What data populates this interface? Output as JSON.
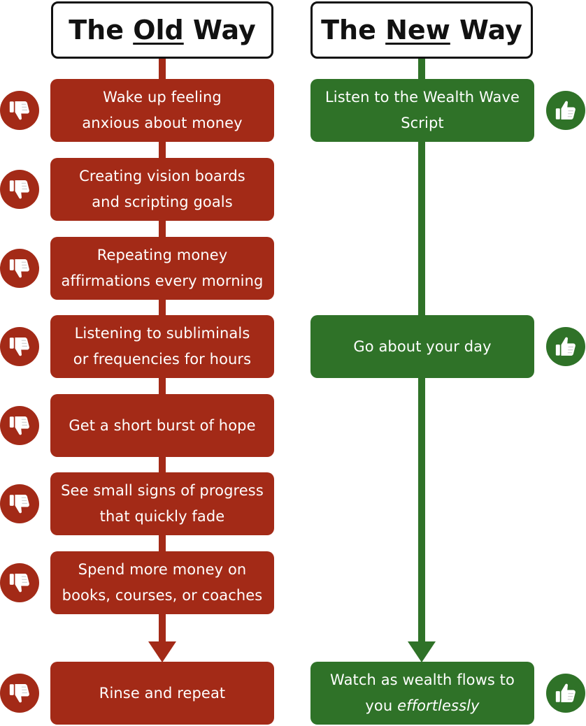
{
  "colors": {
    "old": "#a32a17",
    "new": "#2f7228",
    "header_border": "#111111"
  },
  "old_way": {
    "header": {
      "prefix": "The ",
      "emphasis": "Old",
      "suffix": "Way"
    },
    "steps": [
      {
        "lines": [
          "Wake up feeling",
          "anxious about money"
        ]
      },
      {
        "lines": [
          "Creating vision boards",
          "and scripting goals"
        ]
      },
      {
        "lines": [
          "Repeating money",
          "affirmations every morning"
        ]
      },
      {
        "lines": [
          "Listening to subliminals",
          "or frequencies for hours"
        ]
      },
      {
        "lines": [
          "Get a short burst of hope"
        ]
      },
      {
        "lines": [
          "See small signs of progress",
          "that quickly fade"
        ]
      },
      {
        "lines": [
          "Spend more money on",
          "books, courses, or coaches"
        ]
      },
      {
        "lines": [
          "Rinse and repeat"
        ]
      }
    ]
  },
  "new_way": {
    "header": {
      "prefix": "The ",
      "emphasis": "New",
      "suffix": "Way"
    },
    "steps": [
      {
        "line1": "Listen to the Wealth Wave",
        "line2": "Script"
      },
      {
        "line1": "Go about your day"
      },
      {
        "line1": "Watch as wealth flows to",
        "line2_plain": "you ",
        "line2_italic": "effortlessly"
      }
    ]
  },
  "icons": {
    "old": "thumbs-down-icon",
    "new": "thumbs-up-icon"
  }
}
